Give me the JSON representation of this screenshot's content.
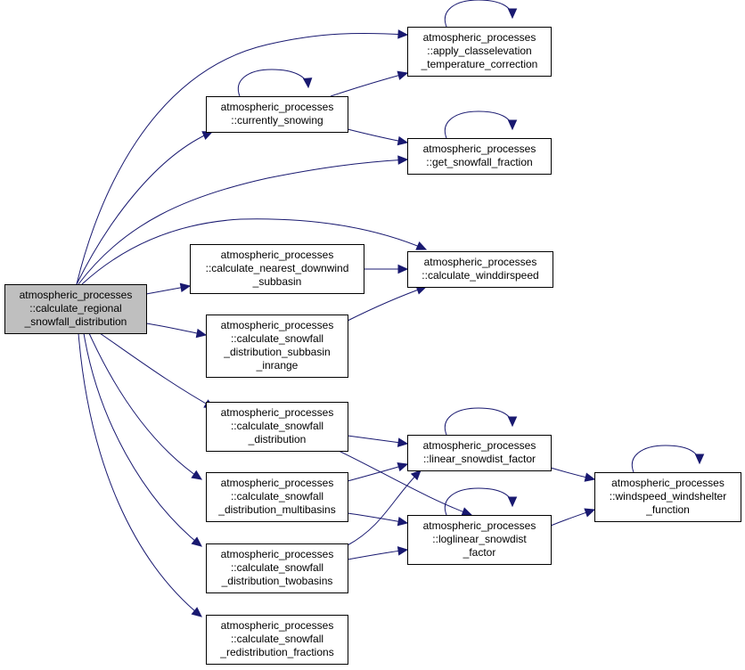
{
  "graph": {
    "edge_color": "#191970",
    "root_fill": "#bfbfbf",
    "nodes": [
      {
        "id": "root",
        "lines": [
          "atmospheric_processes",
          "::calculate_regional",
          "_snowfall_distribution"
        ]
      },
      {
        "id": "apply_classelevation",
        "lines": [
          "atmospheric_processes",
          "::apply_classelevation",
          "_temperature_correction"
        ]
      },
      {
        "id": "currently_snowing",
        "lines": [
          "atmospheric_processes",
          "::currently_snowing"
        ]
      },
      {
        "id": "get_snowfall_fraction",
        "lines": [
          "atmospheric_processes",
          "::get_snowfall_fraction"
        ]
      },
      {
        "id": "calculate_nearest_downwind",
        "lines": [
          "atmospheric_processes",
          "::calculate_nearest_downwind",
          "_subbasin"
        ]
      },
      {
        "id": "calculate_winddirspeed",
        "lines": [
          "atmospheric_processes",
          "::calculate_winddirspeed"
        ]
      },
      {
        "id": "calculate_snowfall_distribution_subbasin_inrange",
        "lines": [
          "atmospheric_processes",
          "::calculate_snowfall",
          "_distribution_subbasin",
          "_inrange"
        ]
      },
      {
        "id": "calculate_snowfall_distribution",
        "lines": [
          "atmospheric_processes",
          "::calculate_snowfall",
          "_distribution"
        ]
      },
      {
        "id": "linear_snowdist_factor",
        "lines": [
          "atmospheric_processes",
          "::linear_snowdist_factor"
        ]
      },
      {
        "id": "windspeed_windshelter_function",
        "lines": [
          "atmospheric_processes",
          "::windspeed_windshelter",
          "_function"
        ]
      },
      {
        "id": "calculate_snowfall_distribution_multibasins",
        "lines": [
          "atmospheric_processes",
          "::calculate_snowfall",
          "_distribution_multibasins"
        ]
      },
      {
        "id": "loglinear_snowdist_factor",
        "lines": [
          "atmospheric_processes",
          "::loglinear_snowdist",
          "_factor"
        ]
      },
      {
        "id": "calculate_snowfall_distribution_twobasins",
        "lines": [
          "atmospheric_processes",
          "::calculate_snowfall",
          "_distribution_twobasins"
        ]
      },
      {
        "id": "calculate_snowfall_redistribution_fractions",
        "lines": [
          "atmospheric_processes",
          "::calculate_snowfall",
          "_redistribution_fractions"
        ]
      }
    ],
    "edges": [
      {
        "from": "root",
        "to": "apply_classelevation"
      },
      {
        "from": "root",
        "to": "currently_snowing"
      },
      {
        "from": "root",
        "to": "get_snowfall_fraction"
      },
      {
        "from": "root",
        "to": "calculate_winddirspeed"
      },
      {
        "from": "root",
        "to": "calculate_nearest_downwind"
      },
      {
        "from": "root",
        "to": "calculate_snowfall_distribution_subbasin_inrange"
      },
      {
        "from": "root",
        "to": "calculate_snowfall_distribution"
      },
      {
        "from": "root",
        "to": "calculate_snowfall_distribution_multibasins"
      },
      {
        "from": "root",
        "to": "calculate_snowfall_distribution_twobasins"
      },
      {
        "from": "root",
        "to": "calculate_snowfall_redistribution_fractions"
      },
      {
        "from": "apply_classelevation",
        "to": "apply_classelevation"
      },
      {
        "from": "currently_snowing",
        "to": "currently_snowing"
      },
      {
        "from": "currently_snowing",
        "to": "apply_classelevation"
      },
      {
        "from": "currently_snowing",
        "to": "get_snowfall_fraction"
      },
      {
        "from": "get_snowfall_fraction",
        "to": "get_snowfall_fraction"
      },
      {
        "from": "calculate_nearest_downwind",
        "to": "calculate_winddirspeed"
      },
      {
        "from": "calculate_snowfall_distribution_subbasin_inrange",
        "to": "calculate_winddirspeed"
      },
      {
        "from": "calculate_snowfall_distribution",
        "to": "linear_snowdist_factor"
      },
      {
        "from": "calculate_snowfall_distribution",
        "to": "loglinear_snowdist_factor"
      },
      {
        "from": "calculate_snowfall_distribution_multibasins",
        "to": "linear_snowdist_factor"
      },
      {
        "from": "calculate_snowfall_distribution_multibasins",
        "to": "loglinear_snowdist_factor"
      },
      {
        "from": "calculate_snowfall_distribution_twobasins",
        "to": "linear_snowdist_factor"
      },
      {
        "from": "calculate_snowfall_distribution_twobasins",
        "to": "loglinear_snowdist_factor"
      },
      {
        "from": "linear_snowdist_factor",
        "to": "linear_snowdist_factor"
      },
      {
        "from": "linear_snowdist_factor",
        "to": "windspeed_windshelter_function"
      },
      {
        "from": "loglinear_snowdist_factor",
        "to": "loglinear_snowdist_factor"
      },
      {
        "from": "loglinear_snowdist_factor",
        "to": "windspeed_windshelter_function"
      },
      {
        "from": "windspeed_windshelter_function",
        "to": "windspeed_windshelter_function"
      }
    ]
  }
}
